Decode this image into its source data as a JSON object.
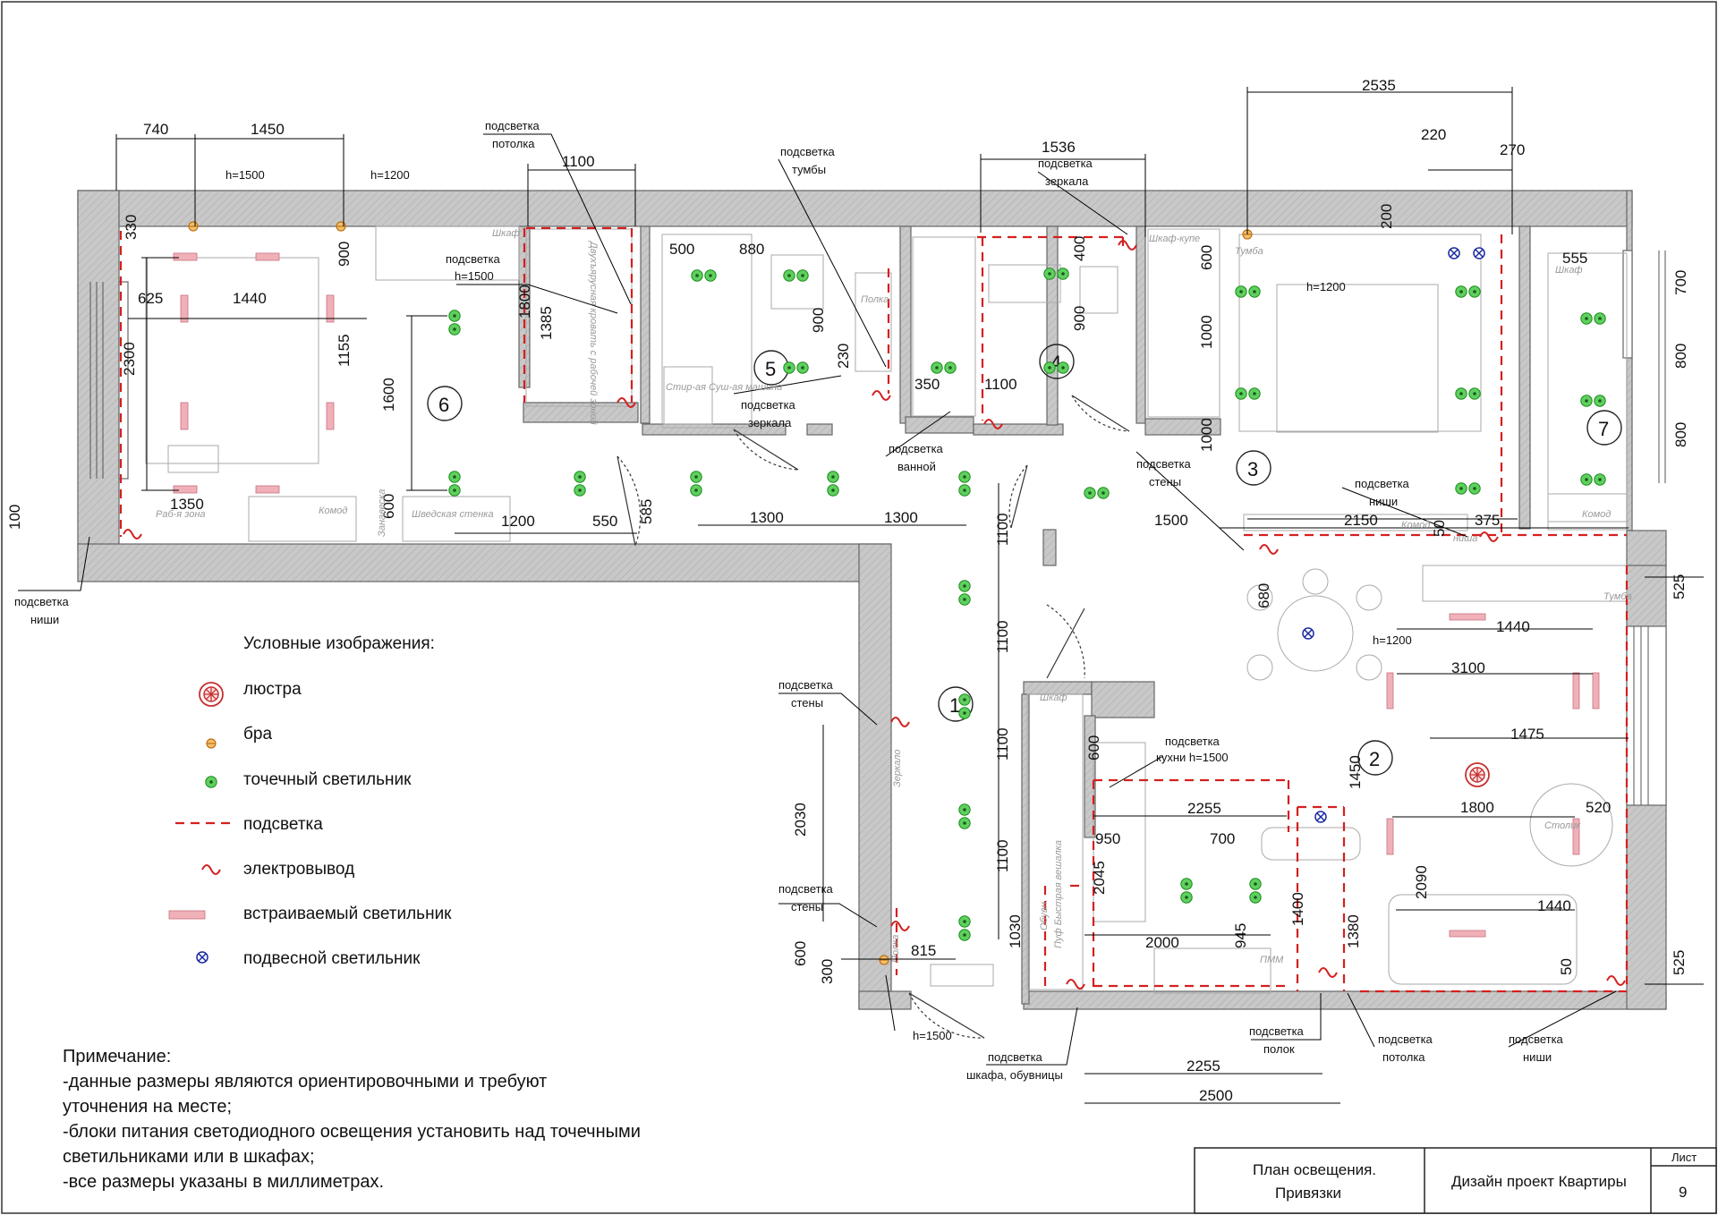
{
  "colors": {
    "wall_fill": "#c4c4c4",
    "wall_stroke": "#777777",
    "spot_fill": "#5fd05f",
    "strip": "#d42020",
    "builtin": "#f0b0b8",
    "pendant": "#1a2aa0",
    "sconce": "#e8a030",
    "chandelier": "#c83030"
  },
  "legend": {
    "title": "Условные изображения:",
    "items": {
      "chandelier": "люстра",
      "sconce": "бра",
      "spot": "точечный светильник",
      "strip": "подсветка",
      "outlet": "электровывод",
      "builtin": "встраиваемый светильник",
      "pendant": "подвесной светильник"
    }
  },
  "notes": {
    "title": "Примечание:",
    "lines": [
      "-данные размеры являются ориентировочными и требуют",
      "уточнения на месте;",
      "-блоки питания светодиодного освещения установить над точечными",
      "светильниками или в шкафах;",
      "-все размеры указаны в миллиметрах."
    ]
  },
  "title_block": {
    "name_line1": "План освещения.",
    "name_line2": "Привязки",
    "project": "Дизайн проект Квартиры",
    "sheet_label": "Лист",
    "sheet_number": "9"
  },
  "rooms": [
    "1",
    "2",
    "3",
    "4",
    "5",
    "6",
    "7"
  ],
  "dimensions": {
    "d740": "740",
    "d1450a": "1450",
    "d1100a": "1100",
    "d1536": "1536",
    "d2535": "2535",
    "d220": "220",
    "d270": "270",
    "d200": "200",
    "d330": "330",
    "d625": "625",
    "d1440a": "1440",
    "d2300": "2300",
    "d900a": "900",
    "d1155": "1155",
    "d1350": "1350",
    "d100": "100",
    "d1800a": "1800",
    "d1385": "1385",
    "d1600": "1600",
    "d600a": "600",
    "d1200a": "1200",
    "d550": "550",
    "d585": "585",
    "d500": "500",
    "d880": "880",
    "d900b": "900",
    "d230": "230",
    "d350": "350",
    "d1100b": "1100",
    "d400": "400",
    "d900c": "900",
    "d600b": "600",
    "d1000a": "1000",
    "d1000b": "1000",
    "d1500": "1500",
    "d2150": "2150",
    "d375": "375",
    "d50a": "50",
    "d555": "555",
    "d700a": "700",
    "d800a": "800",
    "d800b": "800",
    "d1300a": "1300",
    "d1300b": "1300",
    "d1100c": "1100",
    "d1100d": "1100",
    "d1100e": "1100",
    "d1100f": "1100",
    "d2030": "2030",
    "d600c": "600",
    "d300": "300",
    "d815": "815",
    "d1030": "1030",
    "d600d": "600",
    "d2255a": "2255",
    "d950": "950",
    "d700b": "700",
    "d2045": "2045",
    "d2000": "2000",
    "d945": "945",
    "d1400": "1400",
    "d1380": "1380",
    "d680": "680",
    "d1440b": "1440",
    "d3100": "3100",
    "d1475": "1475",
    "d1450b": "1450",
    "d1800b": "1800",
    "d520": "520",
    "d2090": "2090",
    "d1440c": "1440",
    "d50b": "50",
    "d525a": "525",
    "d525b": "525",
    "d2255b": "2255",
    "d2500": "2500"
  },
  "callouts": {
    "ceil1_l1": "подсветка",
    "ceil1_l2": "потолка",
    "tumb_l1": "подсветка",
    "tumb_l2": "тумбы",
    "mirr4_l1": "подсветка",
    "mirr4_l2": "зеркала",
    "bed6_l1": "подсветка",
    "bed6_l2": "h=1500",
    "mirr5_l1": "подсветка",
    "mirr5_l2": "зеркала",
    "bath_l1": "подсветка",
    "bath_l2": "ванной",
    "wall3_l1": "подсветка",
    "wall3_l2": "стены",
    "niche3_l1": "подсветка",
    "niche3_l2": "ниши",
    "niche6_l1": "подсветка",
    "niche6_l2": "ниши",
    "wall1a_l1": "подсветка",
    "wall1a_l2": "стены",
    "wall1b_l1": "подсветка",
    "wall1b_l2": "стены",
    "kitchen_l1": "подсветка",
    "kitchen_l2": "кухни h=1500",
    "shelf_l1": "подсветка",
    "shelf_l2": "полок",
    "ceil2_l1": "подсветка",
    "ceil2_l2": "потолка",
    "niche2_l1": "подсветка",
    "niche2_l2": "ниши",
    "closet_l1": "подсветка",
    "closet_l2": "шкафа, обувницы",
    "h1500a": "h=1500",
    "h1200a": "h=1200",
    "h1200b": "h=1200",
    "h1200c": "h=1200",
    "h1500b": "h=1500"
  },
  "furniture": {
    "shkaf1": "Шкаф",
    "workzone": "Раб-я зона",
    "komod1": "Комод",
    "zanaveska": "Занавеска",
    "swedish": "Шведская стенка",
    "bed6": "Двухъярусная кровать с рабочей зоной",
    "polka": "Полка",
    "washer": "Стир-ая Суш-ая машина",
    "wardrobe": "Шкаф-купе",
    "tumba1": "Тумба",
    "tumba2": "Тумба",
    "komod3": "Комод",
    "niche_small": "ниша",
    "shkaf7": "Шкаф",
    "komod7": "Комод",
    "shkaf_hall": "Шкаф",
    "mirror_hall": "Зеркало",
    "polka_hall": "Полка",
    "obuvn": "Обувн.",
    "pouf": "Пуф Быстрая вешалка",
    "pmm": "ПММ",
    "stolik": "Столик"
  }
}
